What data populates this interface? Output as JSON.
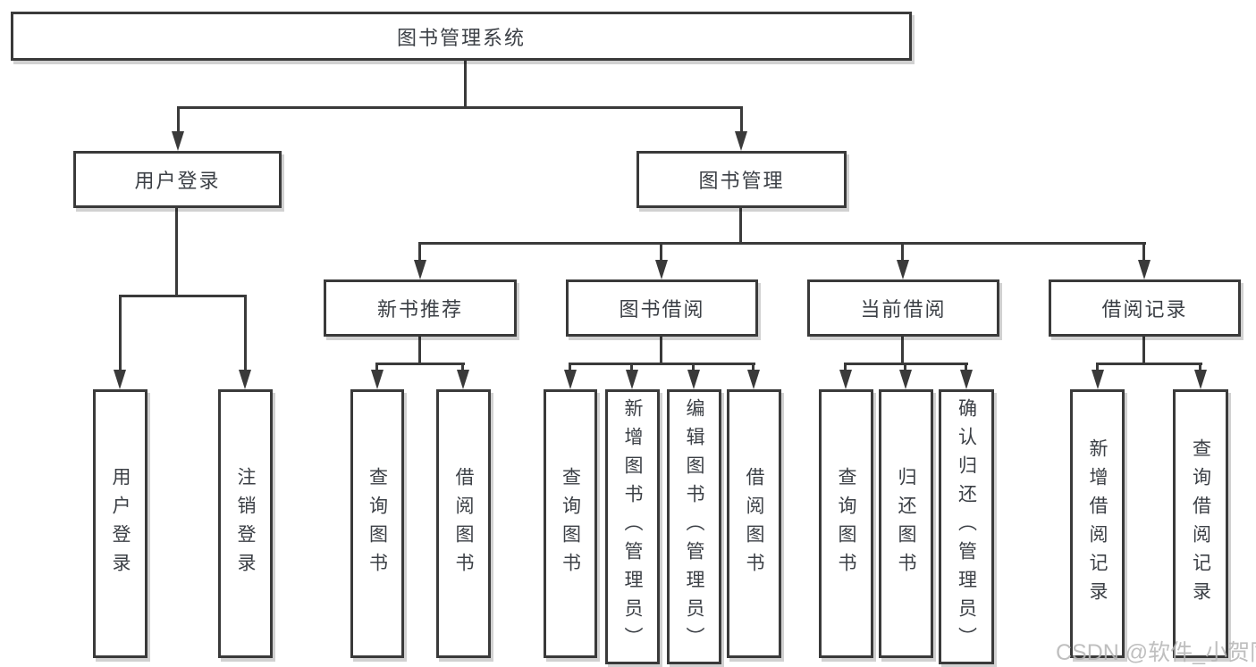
{
  "title": "图书管理系统",
  "watermark": "CSDN @软件_小贺同学",
  "colors": {
    "background": "#ffffff",
    "box_fill": "#ffffff",
    "box_border": "#3a3a3a",
    "line": "#3a3a3a",
    "text": "#3c4046",
    "watermark": "#b6b6b6"
  },
  "tree": {
    "root": {
      "label": "图书管理系统",
      "children": [
        {
          "label": "用户登录",
          "children": [
            {
              "label": "用户登录"
            },
            {
              "label": "注销登录"
            }
          ]
        },
        {
          "label": "图书管理",
          "children": [
            {
              "label": "新书推荐",
              "children": [
                {
                  "label": "查询图书"
                },
                {
                  "label": "借阅图书"
                }
              ]
            },
            {
              "label": "图书借阅",
              "children": [
                {
                  "label": "查询图书"
                },
                {
                  "label": "新增图书（管理员）"
                },
                {
                  "label": "编辑图书（管理员）"
                },
                {
                  "label": "借阅图书"
                }
              ]
            },
            {
              "label": "当前借阅",
              "children": [
                {
                  "label": "查询图书"
                },
                {
                  "label": "归还图书"
                },
                {
                  "label": "确认归还（管理员）"
                }
              ]
            },
            {
              "label": "借阅记录",
              "children": [
                {
                  "label": "新增借阅记录"
                },
                {
                  "label": "查询借阅记录"
                }
              ]
            }
          ]
        }
      ]
    }
  }
}
